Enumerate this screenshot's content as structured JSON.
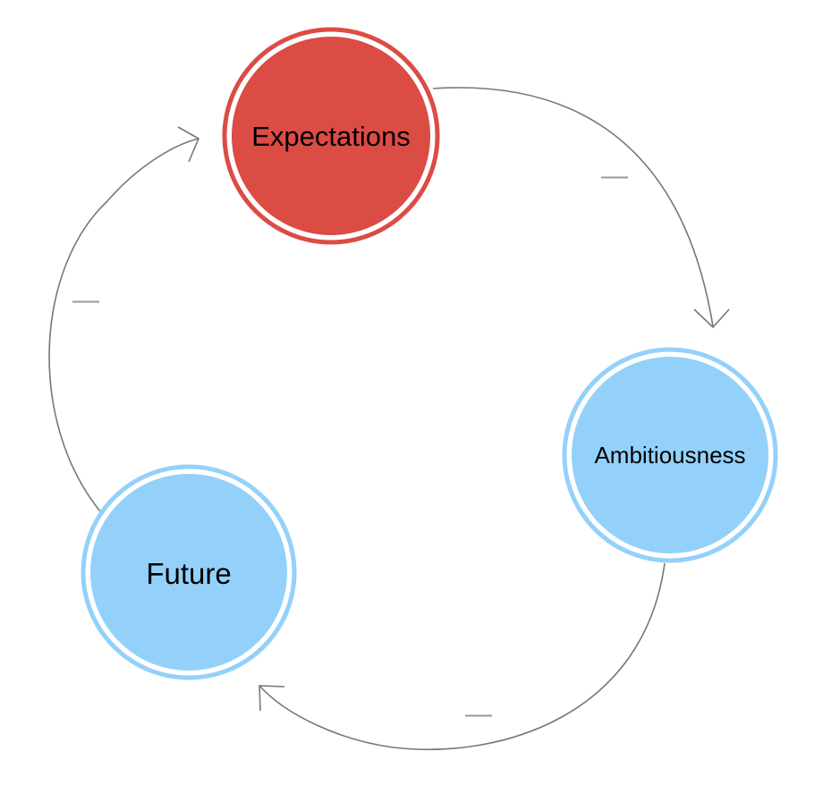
{
  "nodes": {
    "expectations": {
      "label": "Expectations",
      "fill": "#db4c45",
      "ring": "#db4c45"
    },
    "ambitiousness": {
      "label": "Ambitiousness",
      "fill": "#94d1fa",
      "ring": "#94d1fa"
    },
    "future": {
      "label": "Future",
      "fill": "#94d1fa",
      "ring": "#94d1fa"
    }
  },
  "links": {
    "expectations_to_ambitiousness": {
      "polarity": "—"
    },
    "ambitiousness_to_future": {
      "polarity": "—"
    },
    "future_to_expectations": {
      "polarity": "—"
    }
  },
  "colors": {
    "arrow": "#777777",
    "polarity": "#999999"
  }
}
